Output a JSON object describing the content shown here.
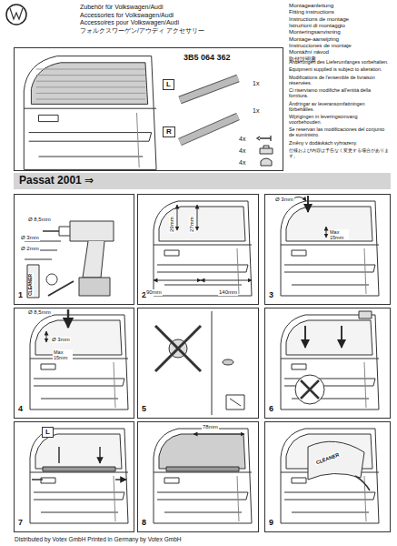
{
  "diagram": {
    "nodes": [
      {
        "text": [
          "3B5 064 362"
        ]
      },
      {
        "text": [
          "L"
        ],
        "in": 0
      },
      {
        "text": [
          "R"
        ],
        "in": 0
      },
      {
        "text": [
          "Passat 2001 ⇒"
        ]
      },
      {
        "text": [
          "1"
        ]
      },
      {
        "text": [
          "2"
        ]
      },
      {
        "text": [
          "3"
        ]
      },
      {
        "text": [
          "4"
        ]
      },
      {
        "text": [
          "5"
        ]
      },
      {
        "text": [
          "6"
        ]
      },
      {
        "text": [
          "7"
        ]
      },
      {
        "text": [
          "8"
        ]
      },
      {
        "text": [
          "9"
        ]
      },
      {
        "text": [
          "L"
        ],
        "in": 10
      }
    ],
    "labels": [
      "Zubehör für Volkswagen/Audi",
      "Accessories for Volkswagen/Audi",
      "Accessoires pour Volkswagen/Audi",
      "フォルクスワーゲン/アウディ アクセサリー",
      "Montageanleitung",
      "Fitting instructions",
      "Instructions de montage",
      "Istruzioni di montaggio",
      "Monteringsanvisning",
      "Montage-aanwijzing",
      "Instrucciones de montaje",
      "Montážní návod",
      "取付説明書",
      "Änderungen des Lieferumfanges vorbehalten.",
      "Equipment supplied is subject to alteration.",
      "Modifications de l'ensemble de livraison réservées.",
      "Ci riserviamo modifiche all'entità della fornitura.",
      "Ändringar av leveransomfattningen förbehålles.",
      "Wijzigingen in leveringsomvang voorbehouden.",
      "Se reservan las modificaciones del conjunto de suministro.",
      "Změny v dodávkách vyhrazeny.",
      "仕様および内容は予告なく変更する場合があります。",
      "1x",
      "1x",
      "4x",
      "4x",
      "4x",
      "Ø 8,5mm",
      "Ø 3mm",
      "Ø 2mm",
      "CLEANER",
      "29mm",
      "27mm",
      "90mm",
      "140mm",
      "Ø 3mm",
      "Max 15mm",
      "Ø 8,5mm",
      "Ø 3mm",
      "Max 15mm",
      "78mm",
      "CLEANER",
      "Distributed by Votex GmbH Printed in Germany by Votex GmbH"
    ]
  }
}
